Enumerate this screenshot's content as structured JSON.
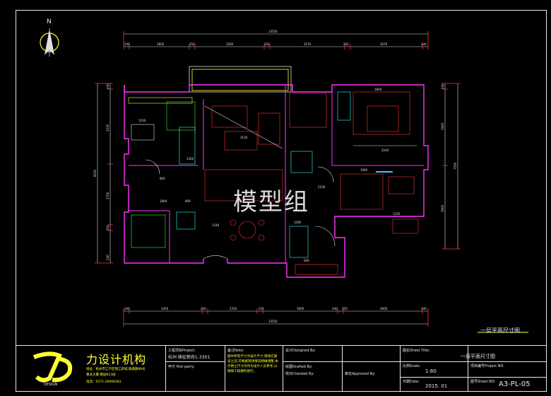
{
  "watermark": "模型组",
  "north_label": "N",
  "sheet_tag": "一层平面尺寸图",
  "dims_top": {
    "total": "13550",
    "segments": [
      "240",
      "2850",
      "250",
      "3300",
      "250",
      "3570",
      "250",
      "3070",
      "240"
    ]
  },
  "dims_bottom": {
    "total": "13550",
    "segments": [
      "240",
      "3450",
      "250",
      "2350",
      "250",
      "3600",
      "240",
      "250",
      "3600",
      "240"
    ]
  },
  "dims_left": {
    "total": "8250",
    "segments": [
      "240",
      "3330",
      "2700",
      "250",
      "240"
    ]
  },
  "dims_right": {
    "total": "7550",
    "segments": [
      "240",
      "3400",
      "3900"
    ]
  },
  "interior_dims": [
    "1800",
    "1100",
    "800",
    "1540",
    "1260",
    "1280",
    "1800",
    "1900",
    "1250",
    "3240",
    "2100",
    "3150",
    "600",
    "800"
  ],
  "title_block": {
    "brand": "力设计机构",
    "logo_text": "DESIGN",
    "address_1": "地址：杭州市江干区钱江新城,钱塘路88号",
    "address_2": "尊龙大厦,楼层B13层",
    "phone": "电话：0571-26999283",
    "project_label": "工程项目Project:",
    "project_value": "杭州·鼎征新府1-3301",
    "client_label": "甲方 first party:",
    "notes_label": "备注Note:",
    "notes_text": "图中所有尺寸为设计尺寸,现场实施前之前,可根据现场情况稍做调整,本示例之尺寸仅作为设计人员参考,以确保工程顺利进行。",
    "design_label": "设计Designed By:",
    "draft_label": "绘图Drafted By:",
    "check_label": "校对Checked By:",
    "approve_label": "审定Approved By:",
    "sheet_title_label": "图名Sheet Title:",
    "sheet_title_value": "一层平面尺寸图",
    "scale_label": "比例Scale:",
    "scale_value": "1:80",
    "project_no_label": "项目编号Project NO:",
    "date_label": "日期Date:",
    "date_value": "2015. 01",
    "sheet_no_label": "图号Sheet NO:",
    "sheet_no_value": "A3-PL-05"
  }
}
